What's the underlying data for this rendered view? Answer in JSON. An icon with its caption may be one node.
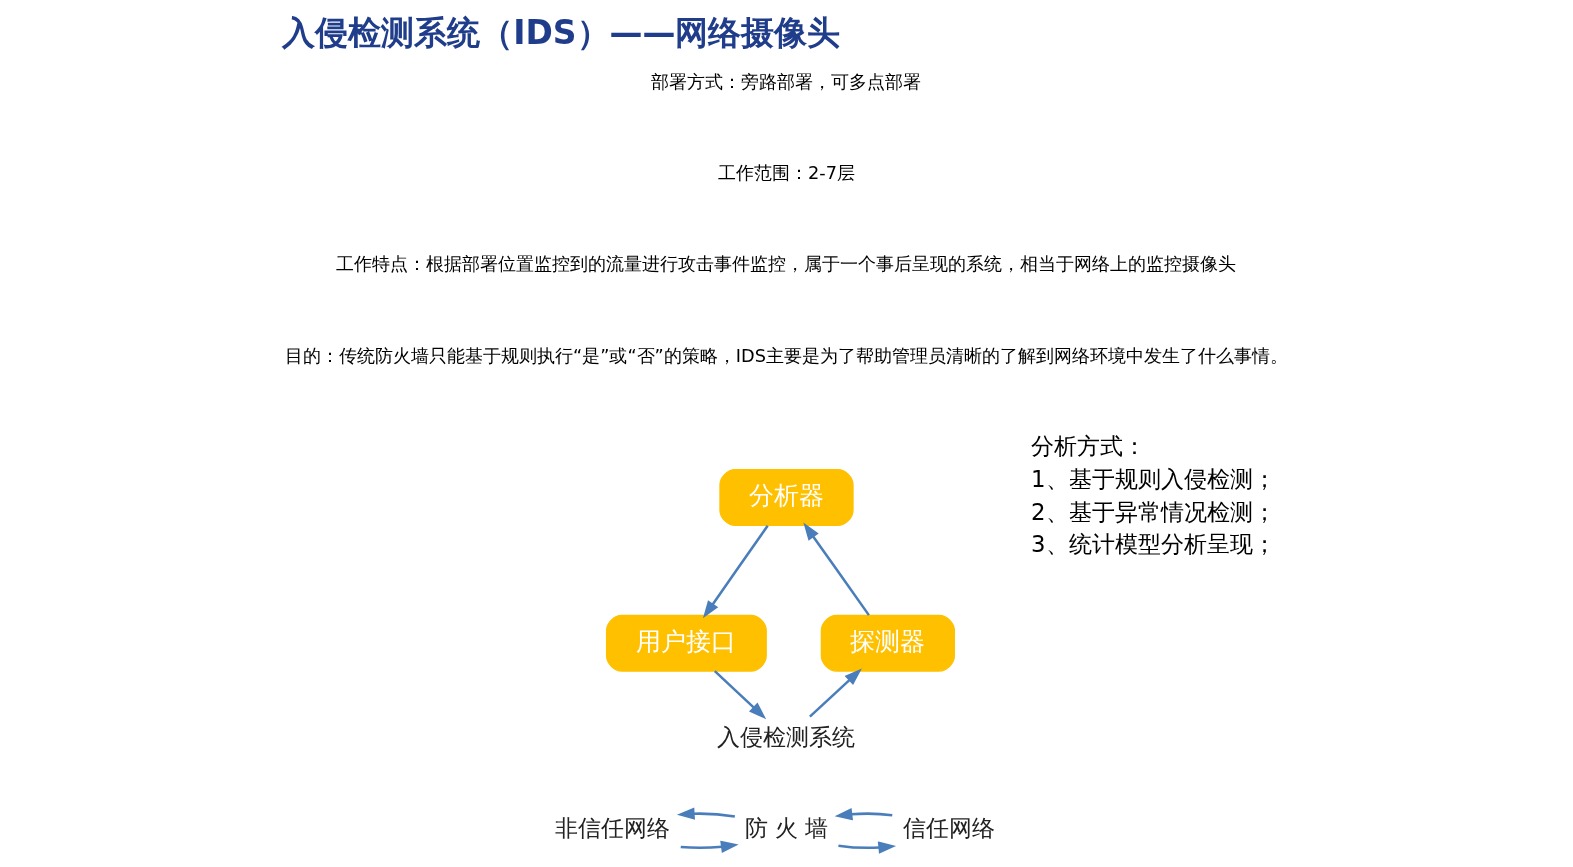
{
  "diagram": {
    "title": "入侵检测系统（IDS）——网络摄像头",
    "nodes": [
      {
        "text": [
          "分析器"
        ]
      },
      {
        "text": [
          "探测器"
        ]
      },
      {
        "text": [
          "用户接口"
        ]
      },
      {
        "text": [
          "入侵检测系统"
        ]
      },
      {
        "text": [
          "非信任网络"
        ]
      },
      {
        "text": [
          "防 火 墙"
        ]
      },
      {
        "text": [
          "信任网络"
        ]
      }
    ],
    "edges": [
      {
        "from": 1,
        "to": 0,
        "arrow": "to"
      },
      {
        "from": 0,
        "to": 2,
        "arrow": "to"
      },
      {
        "from": 2,
        "to": 3,
        "arrow": "to"
      },
      {
        "from": 3,
        "to": 1,
        "arrow": "to"
      },
      {
        "from": 4,
        "to": 5,
        "arrow": "to"
      },
      {
        "from": 5,
        "to": 4,
        "arrow": "to"
      },
      {
        "from": 5,
        "to": 6,
        "arrow": "to"
      },
      {
        "from": 6,
        "to": 5,
        "arrow": "to"
      }
    ],
    "labels": [
      "部署方式：旁路部署，可多点部署",
      "工作范围：2-7层",
      "工作特点：根据部署位置监控到的流量进行攻击事件监控，属于一个事后呈现的系统，相当于网络上的监控摄像头",
      "目的：传统防火墙只能基于规则执行“是”或“否”的策略，IDS主要是为了帮助管理员清晰的了解到网络环境中发生了什么事情。",
      "分析方式：",
      "1、基于规则入侵检测；",
      "2、基于异常情况检测；",
      "3、统计模型分析呈现；"
    ]
  }
}
